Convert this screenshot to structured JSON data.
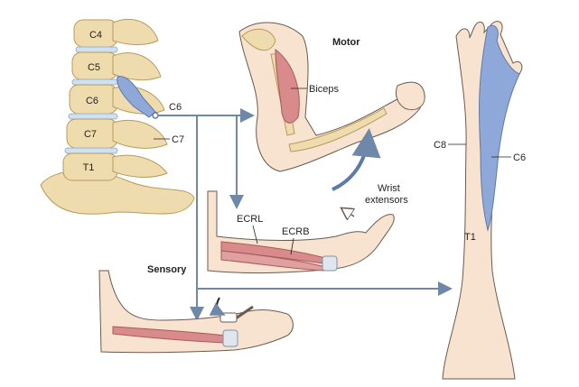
{
  "diagram": {
    "headings": {
      "motor": "Motor",
      "sensory": "Sensory"
    },
    "vertebrae": [
      "C4",
      "C5",
      "C6",
      "C7",
      "T1"
    ],
    "roots": {
      "c6": "C6",
      "c7": "C7"
    },
    "muscles": {
      "biceps": "Biceps",
      "wrist_ext_1": "Wrist",
      "wrist_ext_2": "extensors",
      "ecrl": "ECRL",
      "ecrb": "ECRB"
    },
    "dermatomes": {
      "c8": "C8",
      "c6": "C6",
      "t1": "T1"
    },
    "colors": {
      "bone": "#efdcae",
      "bone_edge": "#b89a5e",
      "disc": "#cfe0ef",
      "nerve": "#8ea9d9",
      "skin": "#f7e3cf",
      "skin_edge": "#6b5a4e",
      "muscle": "#d98a8a",
      "arrow": "#6f87a8",
      "dermatome": "#8ea9d9"
    }
  }
}
